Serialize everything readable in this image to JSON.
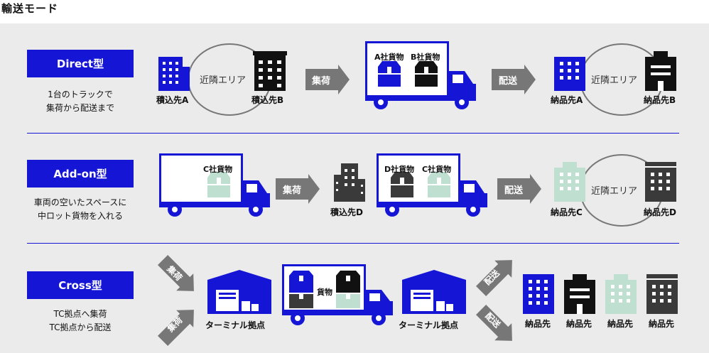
{
  "page_title": "輸送モード",
  "colors": {
    "blue": "#1515d6",
    "black": "#111111",
    "green": "#bfe0d0",
    "gray": "#777777",
    "dark": "#3a3a3a",
    "panel": "#ebebeb"
  },
  "direct": {
    "label": "Direct型",
    "desc_line1": "1台のトラックで",
    "desc_line2": "集荷から配送まで",
    "origin_a": "積込先A",
    "origin_b": "積込先B",
    "near_1": "近隣エリア",
    "collect": "集荷",
    "cargo_a": "A社貨物",
    "cargo_b": "B社貨物",
    "deliver": "配送",
    "dest_a": "納品先A",
    "dest_b": "納品先B",
    "near_2": "近隣エリア"
  },
  "addon": {
    "label": "Add-on型",
    "desc_line1": "車両の空いたスペースに",
    "desc_line2": "中ロット貨物を入れる",
    "cargo_c": "C社貨物",
    "collect": "集荷",
    "origin_d": "積込先D",
    "cargo_d": "D社貨物",
    "cargo_c2": "C社貨物",
    "deliver": "配送",
    "dest_c": "納品先C",
    "dest_d": "納品先D",
    "near": "近隣エリア"
  },
  "cross": {
    "label": "Cross型",
    "desc_line1": "TC拠点へ集荷",
    "desc_line2": "TC拠点から配送",
    "collect_top": "集荷",
    "collect_bottom": "集荷",
    "terminal_1": "ターミナル拠点",
    "cargo": "貨物",
    "terminal_2": "ターミナル拠点",
    "deliver_top": "配送",
    "deliver_bottom": "配送",
    "dest_1": "納品先",
    "dest_2": "納品先",
    "dest_3": "納品先",
    "dest_4": "納品先"
  }
}
